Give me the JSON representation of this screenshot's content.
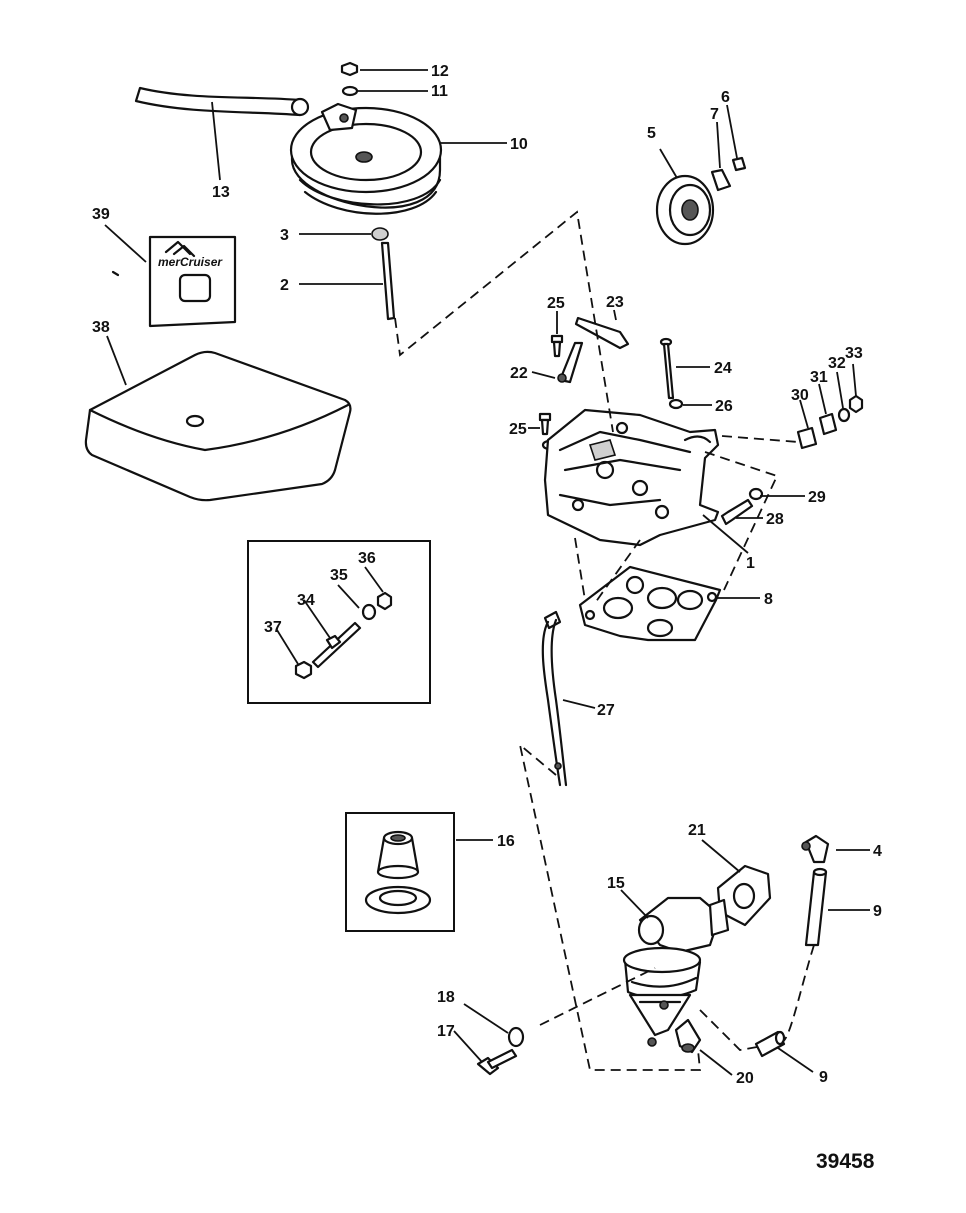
{
  "callouts": {
    "c1": "1",
    "c2": "2",
    "c3": "3",
    "c4": "4",
    "c5": "5",
    "c6": "6",
    "c7": "7",
    "c8": "8",
    "c9a": "9",
    "c9b": "9",
    "c10": "10",
    "c11": "11",
    "c12": "12",
    "c13": "13",
    "c15": "15",
    "c16": "16",
    "c17": "17",
    "c18": "18",
    "c20": "20",
    "c21": "21",
    "c22": "22",
    "c23": "23",
    "c24": "24",
    "c25a": "25",
    "c25b": "25",
    "c26": "26",
    "c27": "27",
    "c28": "28",
    "c29": "29",
    "c30": "30",
    "c31": "31",
    "c32": "32",
    "c33": "33",
    "c34": "34",
    "c35": "35",
    "c36": "36",
    "c37": "37",
    "c38": "38",
    "c39": "39"
  },
  "logo": "merCruiser",
  "figure_number": "39458"
}
